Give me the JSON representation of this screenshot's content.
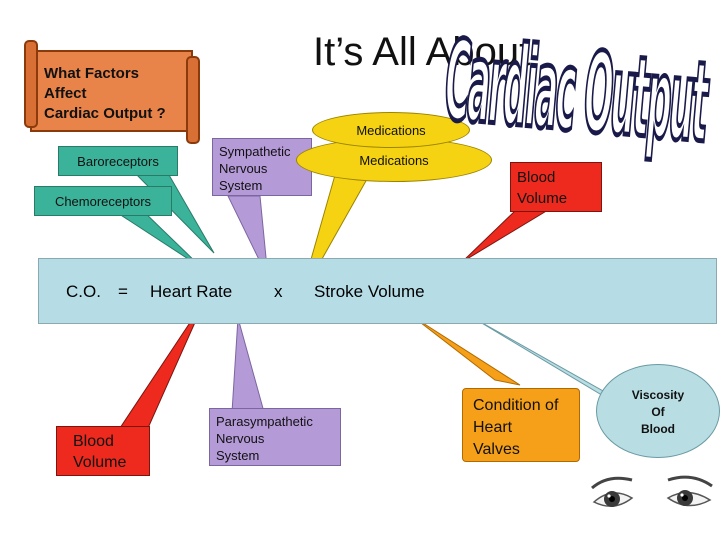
{
  "title": "It’s All About",
  "big_title": "Cardiac Output",
  "question": {
    "line1": "What Factors",
    "line2": "Affect",
    "line3": "Cardiac Output ?"
  },
  "factors": {
    "baroreceptors": "Baroreceptors",
    "chemoreceptors": "Chemoreceptors",
    "sympathetic": [
      "Sympathetic",
      "Nervous",
      "System"
    ],
    "medications_top": "Medications",
    "medications_main": "Medications",
    "blood_volume_right": [
      "Blood",
      "Volume"
    ],
    "blood_volume_left": [
      "Blood",
      "Volume"
    ],
    "parasympathetic": [
      "Parasympathetic",
      "Nervous",
      "System"
    ],
    "condition": [
      "Condition of",
      "Heart",
      "Valves"
    ],
    "viscosity": [
      "Viscosity",
      "Of",
      "Blood"
    ]
  },
  "equation": {
    "co": "C.O.",
    "equals": "=",
    "heart_rate": "Heart Rate",
    "times": "x",
    "stroke_volume": "Stroke Volume"
  },
  "colors": {
    "scroll": "#e8834a",
    "green": "#3bb39a",
    "purple": "#b59ad8",
    "red": "#ee2a1e",
    "yellow": "#f5d312",
    "orange": "#f6a01a",
    "teal": "#b8dde3",
    "bar": "#b6dde6"
  }
}
